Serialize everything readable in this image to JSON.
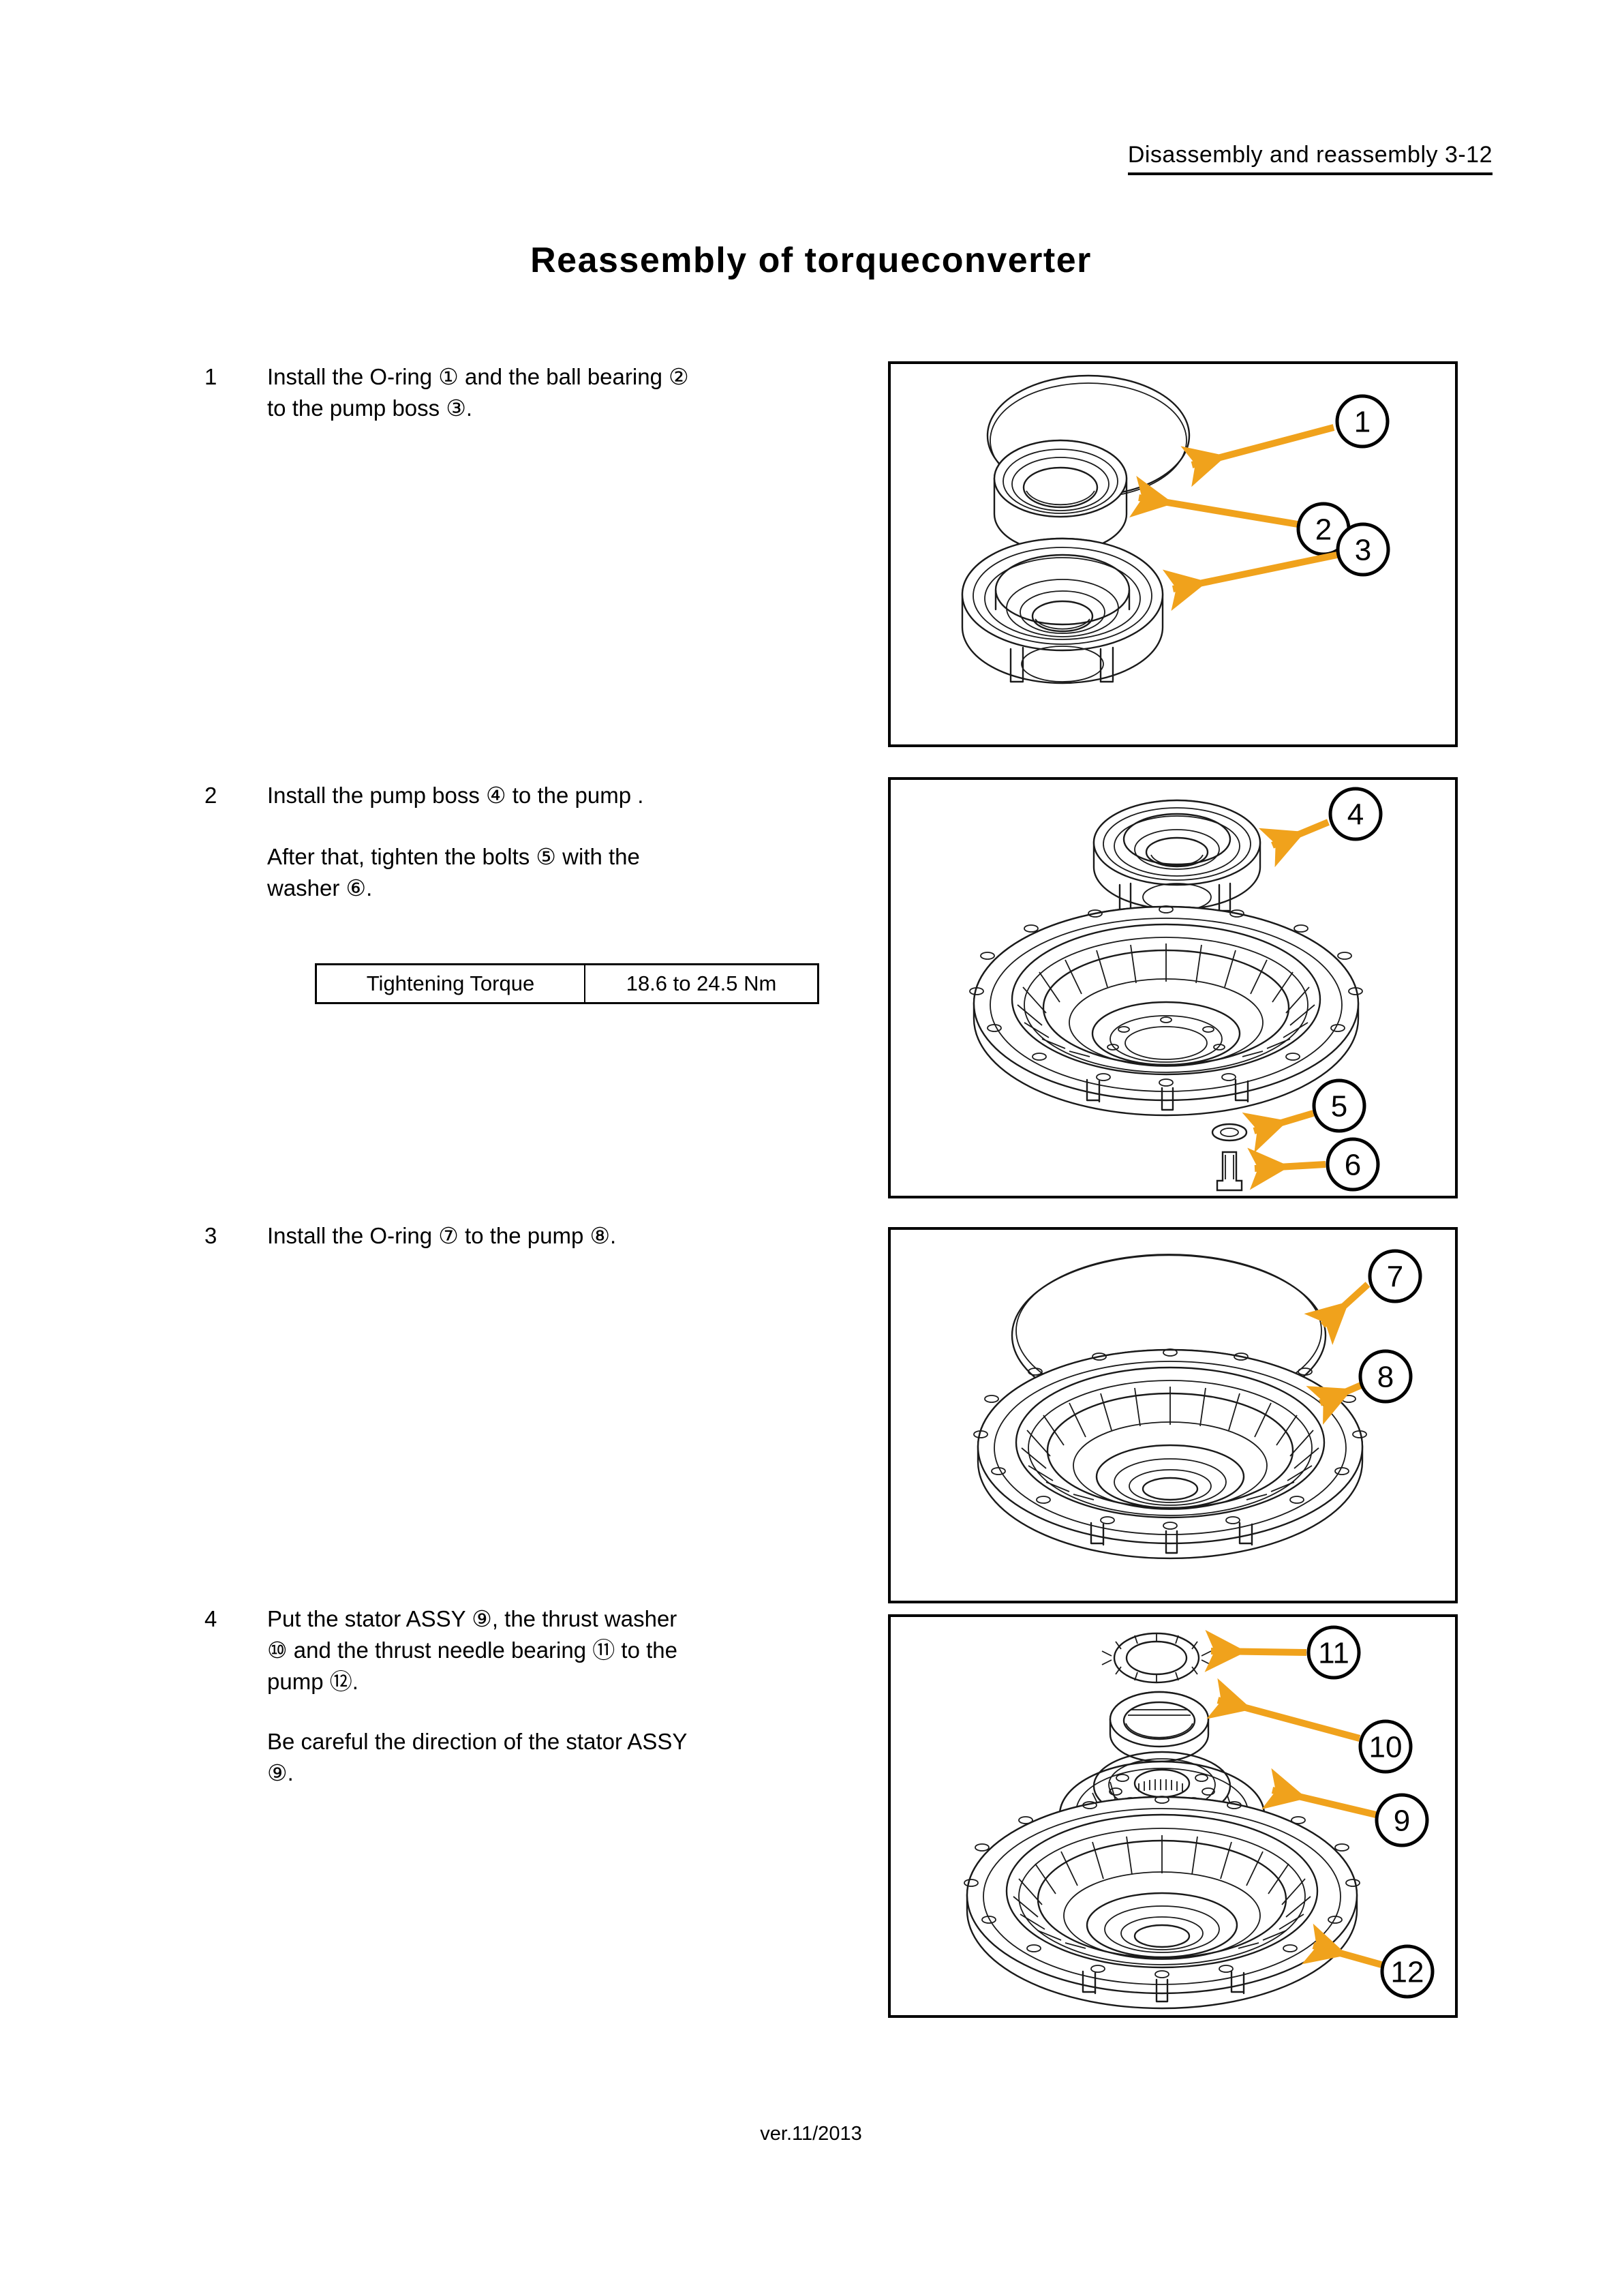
{
  "header": {
    "section_label": "Disassembly and reassembly 3-12"
  },
  "title": "Reassembly of  torqueconverter",
  "footer": {
    "version": "ver.11/2013"
  },
  "colors": {
    "arrow_orange": "#F0A21C",
    "arrow_orange_dark": "#E8951A",
    "line_black": "#1A1A1A",
    "page_background": "#FFFFFF"
  },
  "steps": [
    {
      "number": "1",
      "lines": [
        "Install the O-ring ① and the ball bearing ②",
        "to the pump boss ③."
      ],
      "extra_lines": []
    },
    {
      "number": "2",
      "lines": [
        "Install the pump boss ④ to the pump ."
      ],
      "extra_lines": [
        "After that, tighten the bolts ⑤ with the",
        "washer ⑥."
      ]
    },
    {
      "number": "3",
      "lines": [
        "Install the O-ring ⑦ to the pump ⑧."
      ],
      "extra_lines": []
    },
    {
      "number": "4",
      "lines": [
        "Put the stator ASSY ⑨, the thrust washer",
        "⑩ and the thrust needle bearing ⑪ to the",
        "pump ⑫."
      ],
      "extra_lines": [
        "Be careful the direction of the stator ASSY",
        "⑨."
      ]
    }
  ],
  "torque_table": {
    "label": "Tightening Torque",
    "value": "18.6 to 24.5 Nm"
  },
  "figures": [
    {
      "id": "figure-1",
      "step": "1",
      "parts": [
        {
          "callout": "1",
          "name": "o-ring"
        },
        {
          "callout": "2",
          "name": "ball-bearing"
        },
        {
          "callout": "3",
          "name": "pump-boss"
        }
      ]
    },
    {
      "id": "figure-2",
      "step": "2",
      "parts": [
        {
          "callout": "4",
          "name": "pump-boss"
        },
        {
          "callout": "5",
          "name": "washer"
        },
        {
          "callout": "6",
          "name": "bolt"
        }
      ]
    },
    {
      "id": "figure-3",
      "step": "3",
      "parts": [
        {
          "callout": "7",
          "name": "o-ring"
        },
        {
          "callout": "8",
          "name": "pump"
        }
      ]
    },
    {
      "id": "figure-4",
      "step": "4",
      "parts": [
        {
          "callout": "11",
          "name": "thrust-needle-bearing"
        },
        {
          "callout": "10",
          "name": "thrust-washer"
        },
        {
          "callout": "9",
          "name": "stator-assy"
        },
        {
          "callout": "12",
          "name": "pump"
        }
      ]
    }
  ]
}
